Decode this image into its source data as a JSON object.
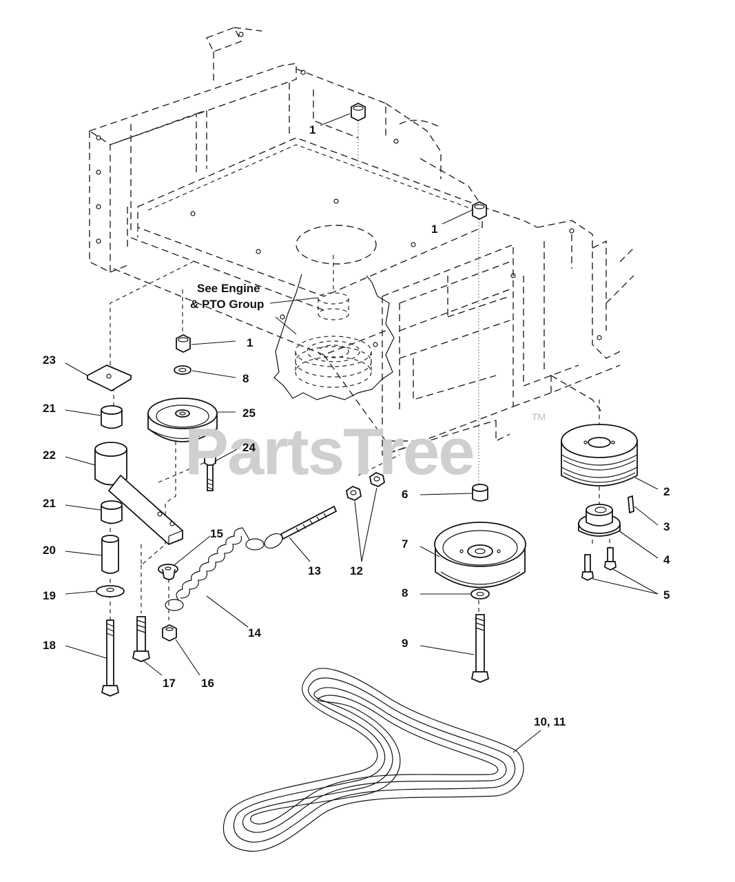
{
  "callouts": [
    {
      "id": "c1a",
      "text": "1"
    },
    {
      "id": "c1b",
      "text": "1"
    },
    {
      "id": "c1c",
      "text": "1"
    },
    {
      "id": "c2",
      "text": "2"
    },
    {
      "id": "c3",
      "text": "3"
    },
    {
      "id": "c4",
      "text": "4"
    },
    {
      "id": "c5",
      "text": "5"
    },
    {
      "id": "c6",
      "text": "6"
    },
    {
      "id": "c7",
      "text": "7"
    },
    {
      "id": "c8a",
      "text": "8"
    },
    {
      "id": "c8b",
      "text": "8"
    },
    {
      "id": "c9",
      "text": "9"
    },
    {
      "id": "c1011",
      "text": "10, 11"
    },
    {
      "id": "c12",
      "text": "12"
    },
    {
      "id": "c13",
      "text": "13"
    },
    {
      "id": "c14",
      "text": "14"
    },
    {
      "id": "c15",
      "text": "15"
    },
    {
      "id": "c16",
      "text": "16"
    },
    {
      "id": "c17",
      "text": "17"
    },
    {
      "id": "c18",
      "text": "18"
    },
    {
      "id": "c19",
      "text": "19"
    },
    {
      "id": "c20",
      "text": "20"
    },
    {
      "id": "c21a",
      "text": "21"
    },
    {
      "id": "c21b",
      "text": "21"
    },
    {
      "id": "c22",
      "text": "22"
    },
    {
      "id": "c23",
      "text": "23"
    },
    {
      "id": "c24",
      "text": "24"
    },
    {
      "id": "c25",
      "text": "25"
    }
  ],
  "note": {
    "line1": "See Engine",
    "line2": "& PTO Group"
  },
  "watermark": {
    "text": "PartsTree",
    "trademark": "TM",
    "color": "#cfcfcf"
  }
}
